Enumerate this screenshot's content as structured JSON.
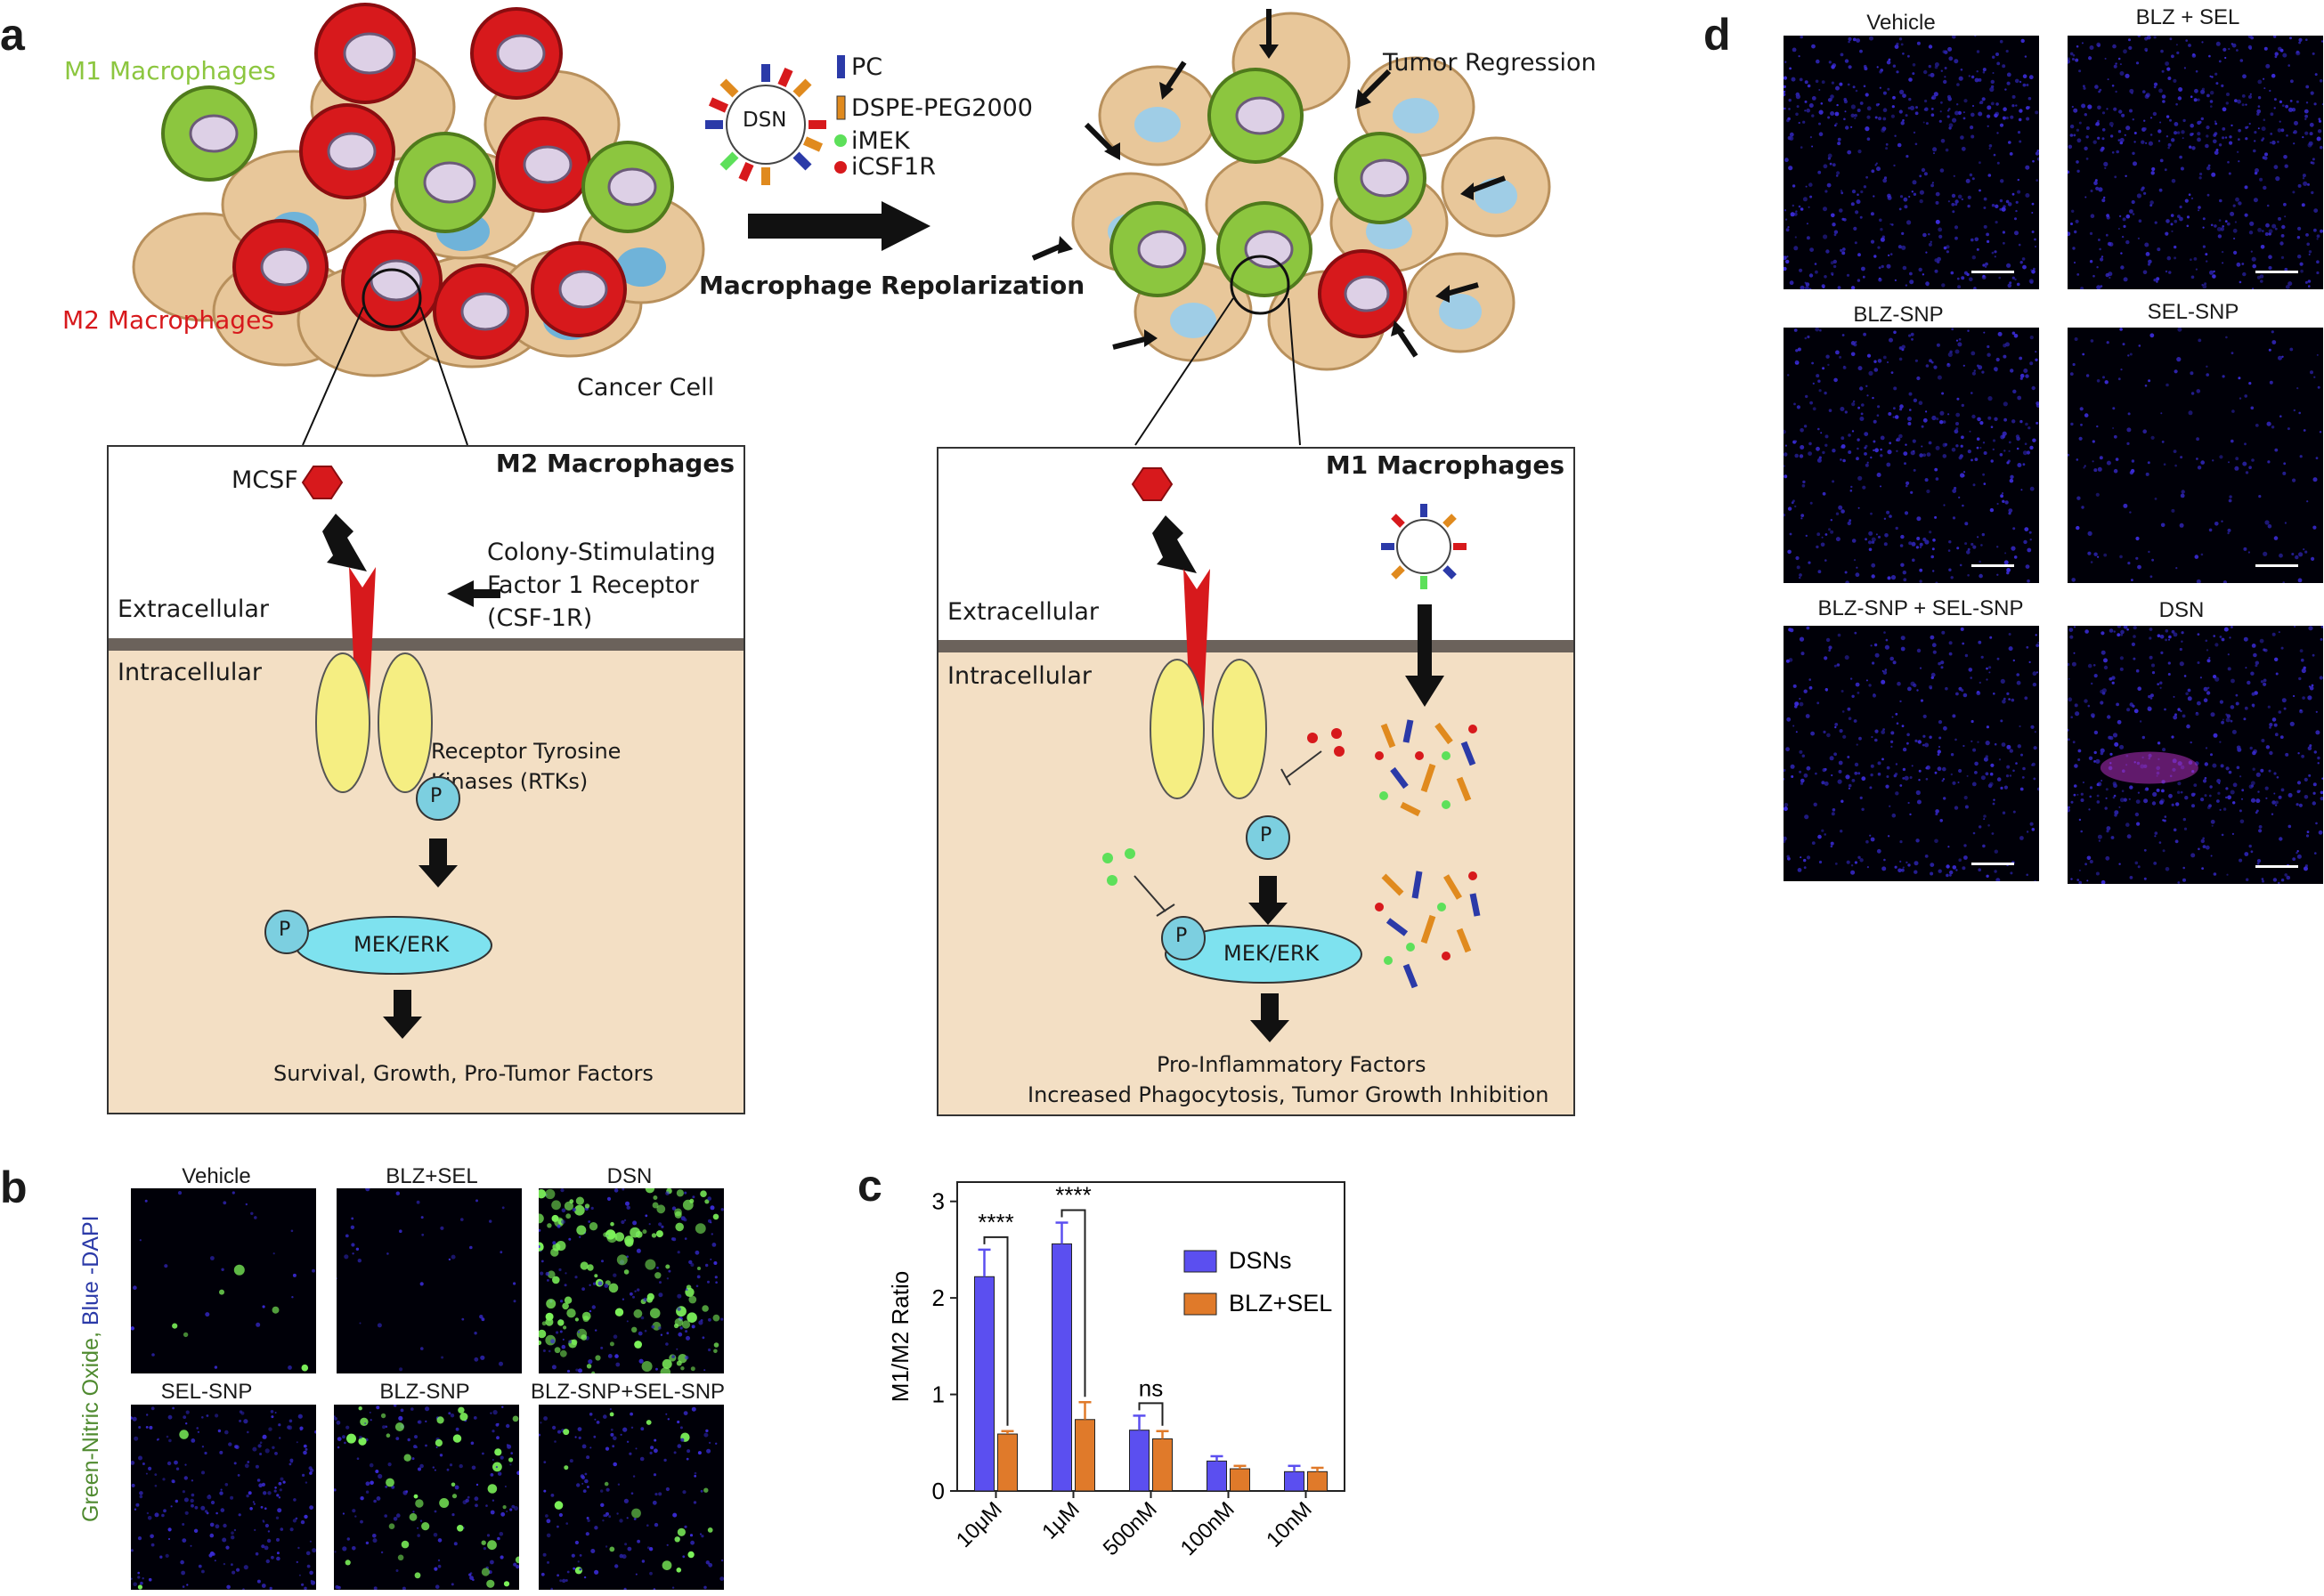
{
  "panels": {
    "a": "a",
    "b": "b",
    "c": "c",
    "d": "d"
  },
  "panel_a": {
    "m1_macrophages": "M1 Macrophages",
    "m2_macrophages": "M2 Macrophages",
    "cancer_cell": "Cancer Cell",
    "legend": {
      "dsn": "DSN",
      "pc": "PC",
      "dspe": "DSPE-PEG2000",
      "imek": "iMEK",
      "icsf1r": "iCSF1R"
    },
    "repolarization": "Macrophage Repolarization",
    "tumor_regression": "Tumor Regression",
    "left_box": {
      "title": "M2 Macrophages",
      "mcsf": "MCSF",
      "receptor_1": "Colony-Stimulating",
      "receptor_2": "Factor 1 Receptor",
      "receptor_3": "(CSF-1R)",
      "extracellular": "Extracellular",
      "intracellular": "Intracellular",
      "rtk_1": "Receptor Tyrosine",
      "rtk_2": "Kinases (RTKs)",
      "p": "P",
      "mek": "MEK/ERK",
      "outcome": "Survival, Growth, Pro-Tumor Factors"
    },
    "right_box": {
      "title": "M1 Macrophages",
      "extracellular": "Extracellular",
      "intracellular": "Intracellular",
      "p": "P",
      "mek": "MEK/ERK",
      "outcome_1": "Pro-Inflammatory Factors",
      "outcome_2": "Increased Phagocytosis, Tumor Growth Inhibition"
    },
    "colors": {
      "m1": "#8cc63f",
      "m2": "#d7191c",
      "cancer": "#e8c79a",
      "nucleus": "#6fb3d9",
      "pc": "#2b3aa8",
      "dspe": "#e08a1e",
      "imek": "#5de05a",
      "icsf1r": "#d7191c"
    }
  },
  "panel_b": {
    "ylabel_green": "Green-Nitric Oxide,",
    "ylabel_blue": "Blue -DAPI",
    "images": [
      "Vehicle",
      "BLZ+SEL",
      "DSN",
      "SEL-SNP",
      "BLZ-SNP",
      "BLZ-SNP+SEL-SNP"
    ]
  },
  "panel_d": {
    "images": [
      "Vehicle",
      "BLZ + SEL",
      "BLZ-SNP",
      "SEL-SNP",
      "BLZ-SNP + SEL-SNP",
      "DSN"
    ]
  },
  "chart_data": {
    "type": "bar",
    "ylabel": "M1/M2 Ratio",
    "ylim": [
      0,
      3.2
    ],
    "yticks": [
      0,
      1,
      2,
      3
    ],
    "categories": [
      "10μM",
      "1μM",
      "500nM",
      "100nM",
      "10nM"
    ],
    "series": [
      {
        "name": "DSNs",
        "color": "#5b4ff0",
        "values": [
          2.22,
          2.56,
          0.63,
          0.31,
          0.2
        ],
        "errors": [
          0.28,
          0.22,
          0.15,
          0.05,
          0.06
        ]
      },
      {
        "name": "BLZ+SEL",
        "color": "#e07a2a",
        "values": [
          0.59,
          0.74,
          0.54,
          0.23,
          0.2
        ],
        "errors": [
          0.03,
          0.18,
          0.08,
          0.03,
          0.04
        ]
      }
    ],
    "annotations": [
      {
        "category": 0,
        "text": "****"
      },
      {
        "category": 1,
        "text": "****"
      },
      {
        "category": 2,
        "text": "ns"
      }
    ],
    "legend_position": "top-right"
  }
}
